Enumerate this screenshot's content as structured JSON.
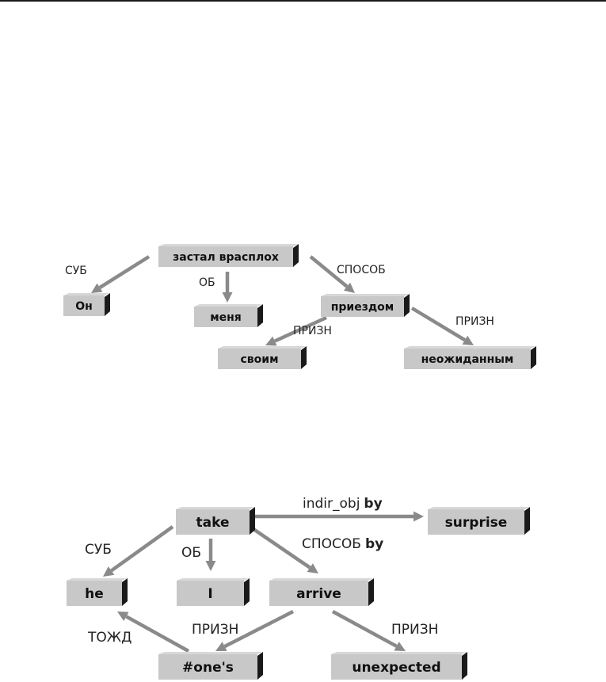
{
  "diagram_top": {
    "nodes": [
      {
        "id": "zastal",
        "label": "застал врасплох"
      },
      {
        "id": "on",
        "label": "Он"
      },
      {
        "id": "menya",
        "label": "меня"
      },
      {
        "id": "priezdom",
        "label": "приездом"
      },
      {
        "id": "svoim",
        "label": "своим"
      },
      {
        "id": "neozhidannym",
        "label": "неожиданным"
      }
    ],
    "edges": [
      {
        "from": "zastal",
        "to": "on",
        "label": "СУБ"
      },
      {
        "from": "zastal",
        "to": "menya",
        "label": "ОБ"
      },
      {
        "from": "zastal",
        "to": "priezdom",
        "label": "СПОСОБ"
      },
      {
        "from": "priezdom",
        "to": "svoim",
        "label": "ПРИЗН"
      },
      {
        "from": "priezdom",
        "to": "neozhidannym",
        "label": "ПРИЗН"
      }
    ]
  },
  "diagram_bottom": {
    "nodes": [
      {
        "id": "take",
        "label": "take"
      },
      {
        "id": "surprise",
        "label": "surprise"
      },
      {
        "id": "he",
        "label": "he"
      },
      {
        "id": "i",
        "label": "I"
      },
      {
        "id": "arrive",
        "label": "arrive"
      },
      {
        "id": "ones",
        "label": "#one's"
      },
      {
        "id": "unexpected",
        "label": "unexpected"
      }
    ],
    "edges": [
      {
        "from": "take",
        "to": "surprise",
        "label": "indir_obj",
        "label_bold": "by"
      },
      {
        "from": "take",
        "to": "he",
        "label": "СУБ",
        "label_bold": ""
      },
      {
        "from": "take",
        "to": "i",
        "label": "ОБ",
        "label_bold": ""
      },
      {
        "from": "take",
        "to": "arrive",
        "label": "СПОСОБ",
        "label_bold": "by"
      },
      {
        "from": "arrive",
        "to": "ones",
        "label": "ПРИЗН",
        "label_bold": ""
      },
      {
        "from": "arrive",
        "to": "unexpected",
        "label": "ПРИЗН",
        "label_bold": ""
      },
      {
        "from": "ones",
        "to": "he",
        "label": "ТОЖД",
        "label_bold": ""
      }
    ]
  }
}
